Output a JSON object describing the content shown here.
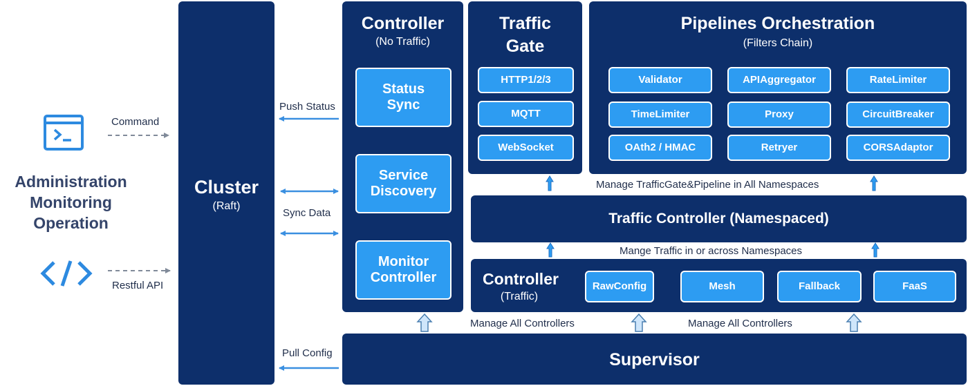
{
  "left": {
    "admin_lines": [
      "Administration",
      "Monitoring",
      "Operation"
    ],
    "command_label": "Command",
    "restful_label": "Restful API",
    "terminal_icon": "terminal-icon",
    "code_icon": "code-icon"
  },
  "cluster": {
    "title": "Cluster",
    "subtitle": "(Raft)"
  },
  "connectors": {
    "push_status": "Push Status",
    "sync_data": "Sync Data",
    "pull_config": "Pull Config"
  },
  "controller_no_traffic": {
    "title": "Controller",
    "subtitle": "(No Traffic)",
    "items": [
      [
        "Status",
        "Sync"
      ],
      [
        "Service",
        "Discovery"
      ],
      [
        "Monitor",
        "Controller"
      ]
    ]
  },
  "traffic_gate": {
    "title_lines": [
      "Traffic",
      "Gate"
    ],
    "items": [
      "HTTP1/2/3",
      "MQTT",
      "WebSocket"
    ]
  },
  "pipelines": {
    "title": "Pipelines Orchestration",
    "subtitle": "(Filters Chain)",
    "items": [
      "Validator",
      "APIAggregator",
      "RateLimiter",
      "TimeLimiter",
      "Proxy",
      "CircuitBreaker",
      "OAth2 / HMAC",
      "Retryer",
      "CORSAdaptor"
    ]
  },
  "manage_trafficgate_label": "Manage TrafficGate&Pipeline in All Namespaces",
  "traffic_controller": {
    "title": "Traffic Controller (Namespaced)"
  },
  "mange_traffic_label": "Mange Traffic in or across Namespaces",
  "controller_traffic": {
    "title": "Controller",
    "subtitle": "(Traffic)",
    "items": [
      "RawConfig",
      "Mesh",
      "Fallback",
      "FaaS"
    ]
  },
  "manage_all_controllers_1": "Manage All Controllers",
  "manage_all_controllers_2": "Manage All Controllers",
  "supervisor": {
    "title": "Supervisor"
  },
  "colors": {
    "navy": "#0d2f6b",
    "item_blue": "#2d9cf2",
    "arrow_blue": "#3a8fe0",
    "dashed_gray": "#808a99"
  }
}
